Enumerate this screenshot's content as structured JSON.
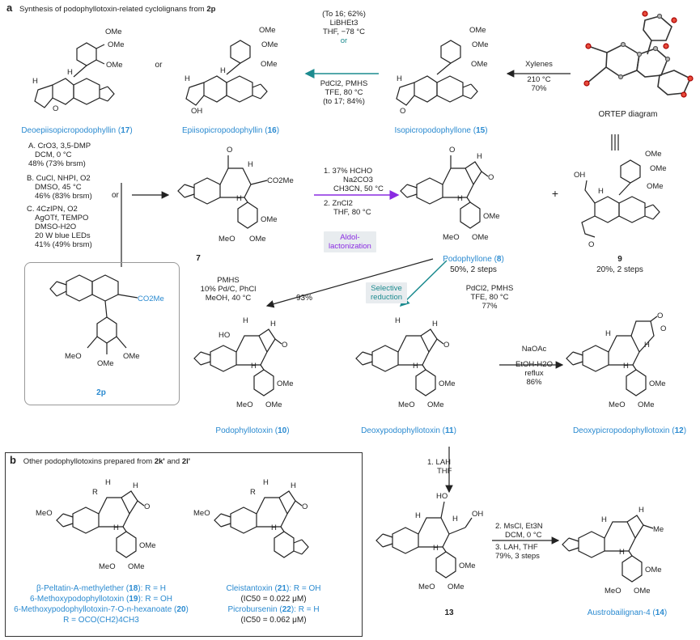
{
  "panel_a": {
    "letter": "a",
    "title_prefix": "Synthesis of podophyllotoxin-related cyclolignans from ",
    "title_compound": "2p"
  },
  "panel_b": {
    "letter": "b",
    "title_prefix": "Other podophyllotoxins prepared from ",
    "title_compound_1": "2k'",
    "title_mid": " and ",
    "title_compound_2": "2l'"
  },
  "compounds": {
    "c17": {
      "name": "Deoepiisopicropodophyllin",
      "num": "17"
    },
    "or_label": "or",
    "c16": {
      "name": "Epiisopicropodophyllin",
      "num": "16"
    },
    "c15": {
      "name": "Isopicropodophyllone",
      "num": "15"
    },
    "ortep": "ORTEP diagram",
    "c7": "7",
    "c8": {
      "name": "Podophyllone",
      "num": "8",
      "yield": "50%, 2 steps"
    },
    "c9": {
      "num": "9",
      "yield": "20%, 2 steps"
    },
    "plus": "+",
    "c2p": "2p",
    "c10": {
      "name": "Podophyllotoxin",
      "num": "10"
    },
    "c11": {
      "name": "Deoxypodophyllotoxin",
      "num": "11"
    },
    "c12": {
      "name": "Deoxypicropodophyllotoxin",
      "num": "12"
    },
    "c13": "13",
    "c14": {
      "name": "Austrobailignan-4",
      "num": "14"
    },
    "c18": {
      "name": "β-Peltatin-A-methylether",
      "num": "18",
      "r": "R = H"
    },
    "c19": {
      "name": "6-Methoxypodophyllotoxin",
      "num": "19",
      "r": "R = OH"
    },
    "c20": {
      "name": "6-Methoxypodophyllotoxin-7-O-n-hexanoate",
      "num": "20",
      "r": "R = OCO(CH2)4CH3"
    },
    "c21": {
      "name": "Cleistantoxin",
      "num": "21",
      "r": "R = OH",
      "ic50": "(IC50 = 0.022 μM)"
    },
    "c22": {
      "name": "Picrobursenin",
      "num": "22",
      "r": "R = H",
      "ic50": "(IC50 = 0.062 μM)"
    }
  },
  "conditions": {
    "to16": [
      "(To 16; 62%)",
      "LiBHEt3",
      "THF, −78 °C",
      "or",
      "PdCl2, PMHS",
      "TFE, 80 °C",
      "(to 17; 84%)"
    ],
    "xylenes": [
      "Xylenes",
      "210 °C",
      "70%"
    ],
    "A": [
      "A. CrO3, 3,5-DMP",
      "DCM, 0 °C",
      "48% (73% brsm)"
    ],
    "B": [
      "B. CuCl, NHPI, O2",
      "DMSO, 45 °C",
      "46% (83% brsm)"
    ],
    "C": [
      "C. 4CzIPN, O2",
      "AgOTf, TEMPO",
      "DMSO-H2O",
      "20 W blue LEDs",
      "41% (49% brsm)"
    ],
    "or_abc": "or",
    "aldol": [
      "1. 37% HCHO",
      "Na2CO3",
      "CH3CN, 50 °C",
      "2. ZnCl2",
      "THF, 80 °C"
    ],
    "aldol_tag": [
      "Aldol-",
      "lactonization"
    ],
    "pmhs_pd": [
      "PMHS",
      "10% Pd/C, PhCl",
      "MeOH, 40 °C"
    ],
    "pmhs_pd_yield": "93%",
    "selective_tag": [
      "Selective",
      "reduction"
    ],
    "pdcl2": [
      "PdCl2, PMHS",
      "TFE, 80 °C",
      "77%"
    ],
    "naoac": [
      "NaOAc",
      "EtOH-H2O",
      "reflux",
      "86%"
    ],
    "lah": [
      "1. LAH",
      "THF"
    ],
    "mscl": [
      "2. MsCl, Et3N",
      "DCM, 0 °C",
      "3. LAH, THF",
      "79%, 3 steps"
    ]
  },
  "atoms": {
    "OMe": "OMe",
    "MeO": "MeO",
    "H": "H",
    "O": "O",
    "OH": "OH",
    "HO": "HO",
    "CO2Me": "CO2Me",
    "Me": "Me",
    "R": "R",
    "HO_label": "HO"
  },
  "colors": {
    "blue": "#2a8ad0",
    "purple": "#8a2be2",
    "teal": "#1c8b8f",
    "tag_bg": "#e8ecef"
  }
}
